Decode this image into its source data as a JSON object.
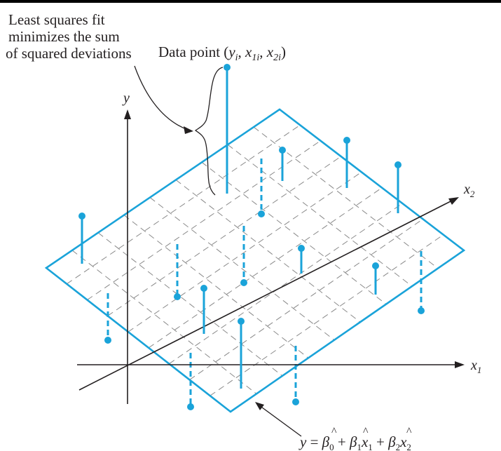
{
  "annotations": {
    "least_squares_line1": "Least squares fit",
    "least_squares_line2": "minimizes the sum",
    "least_squares_line3": "of squared deviations",
    "data_point_prefix": "Data point (",
    "data_point_yi": "y",
    "data_point_i": "i",
    "data_point_comma1": ", ",
    "data_point_x1": "x",
    "data_point_1i": "1i",
    "data_point_comma2": ", ",
    "data_point_x2": "x",
    "data_point_2i": "2i",
    "data_point_suffix": ")"
  },
  "axes": {
    "y_label": "y",
    "x1_label": "x",
    "x1_sub": "1",
    "x2_label": "x",
    "x2_sub": "2"
  },
  "equation": {
    "y": "y",
    "eq": " = ",
    "beta": "β",
    "hat": "^",
    "sub0": "0",
    "plus1": " + ",
    "sub1": "1",
    "x1": "x",
    "x1sub": "1",
    "plus2": " + ",
    "sub2": "2",
    "x2": "x",
    "x2sub": "2"
  },
  "colors": {
    "plane": "#1aa3d9",
    "axis": "#231f20",
    "grid": "#8a8a8a",
    "residual": "#1aa3d9"
  }
}
